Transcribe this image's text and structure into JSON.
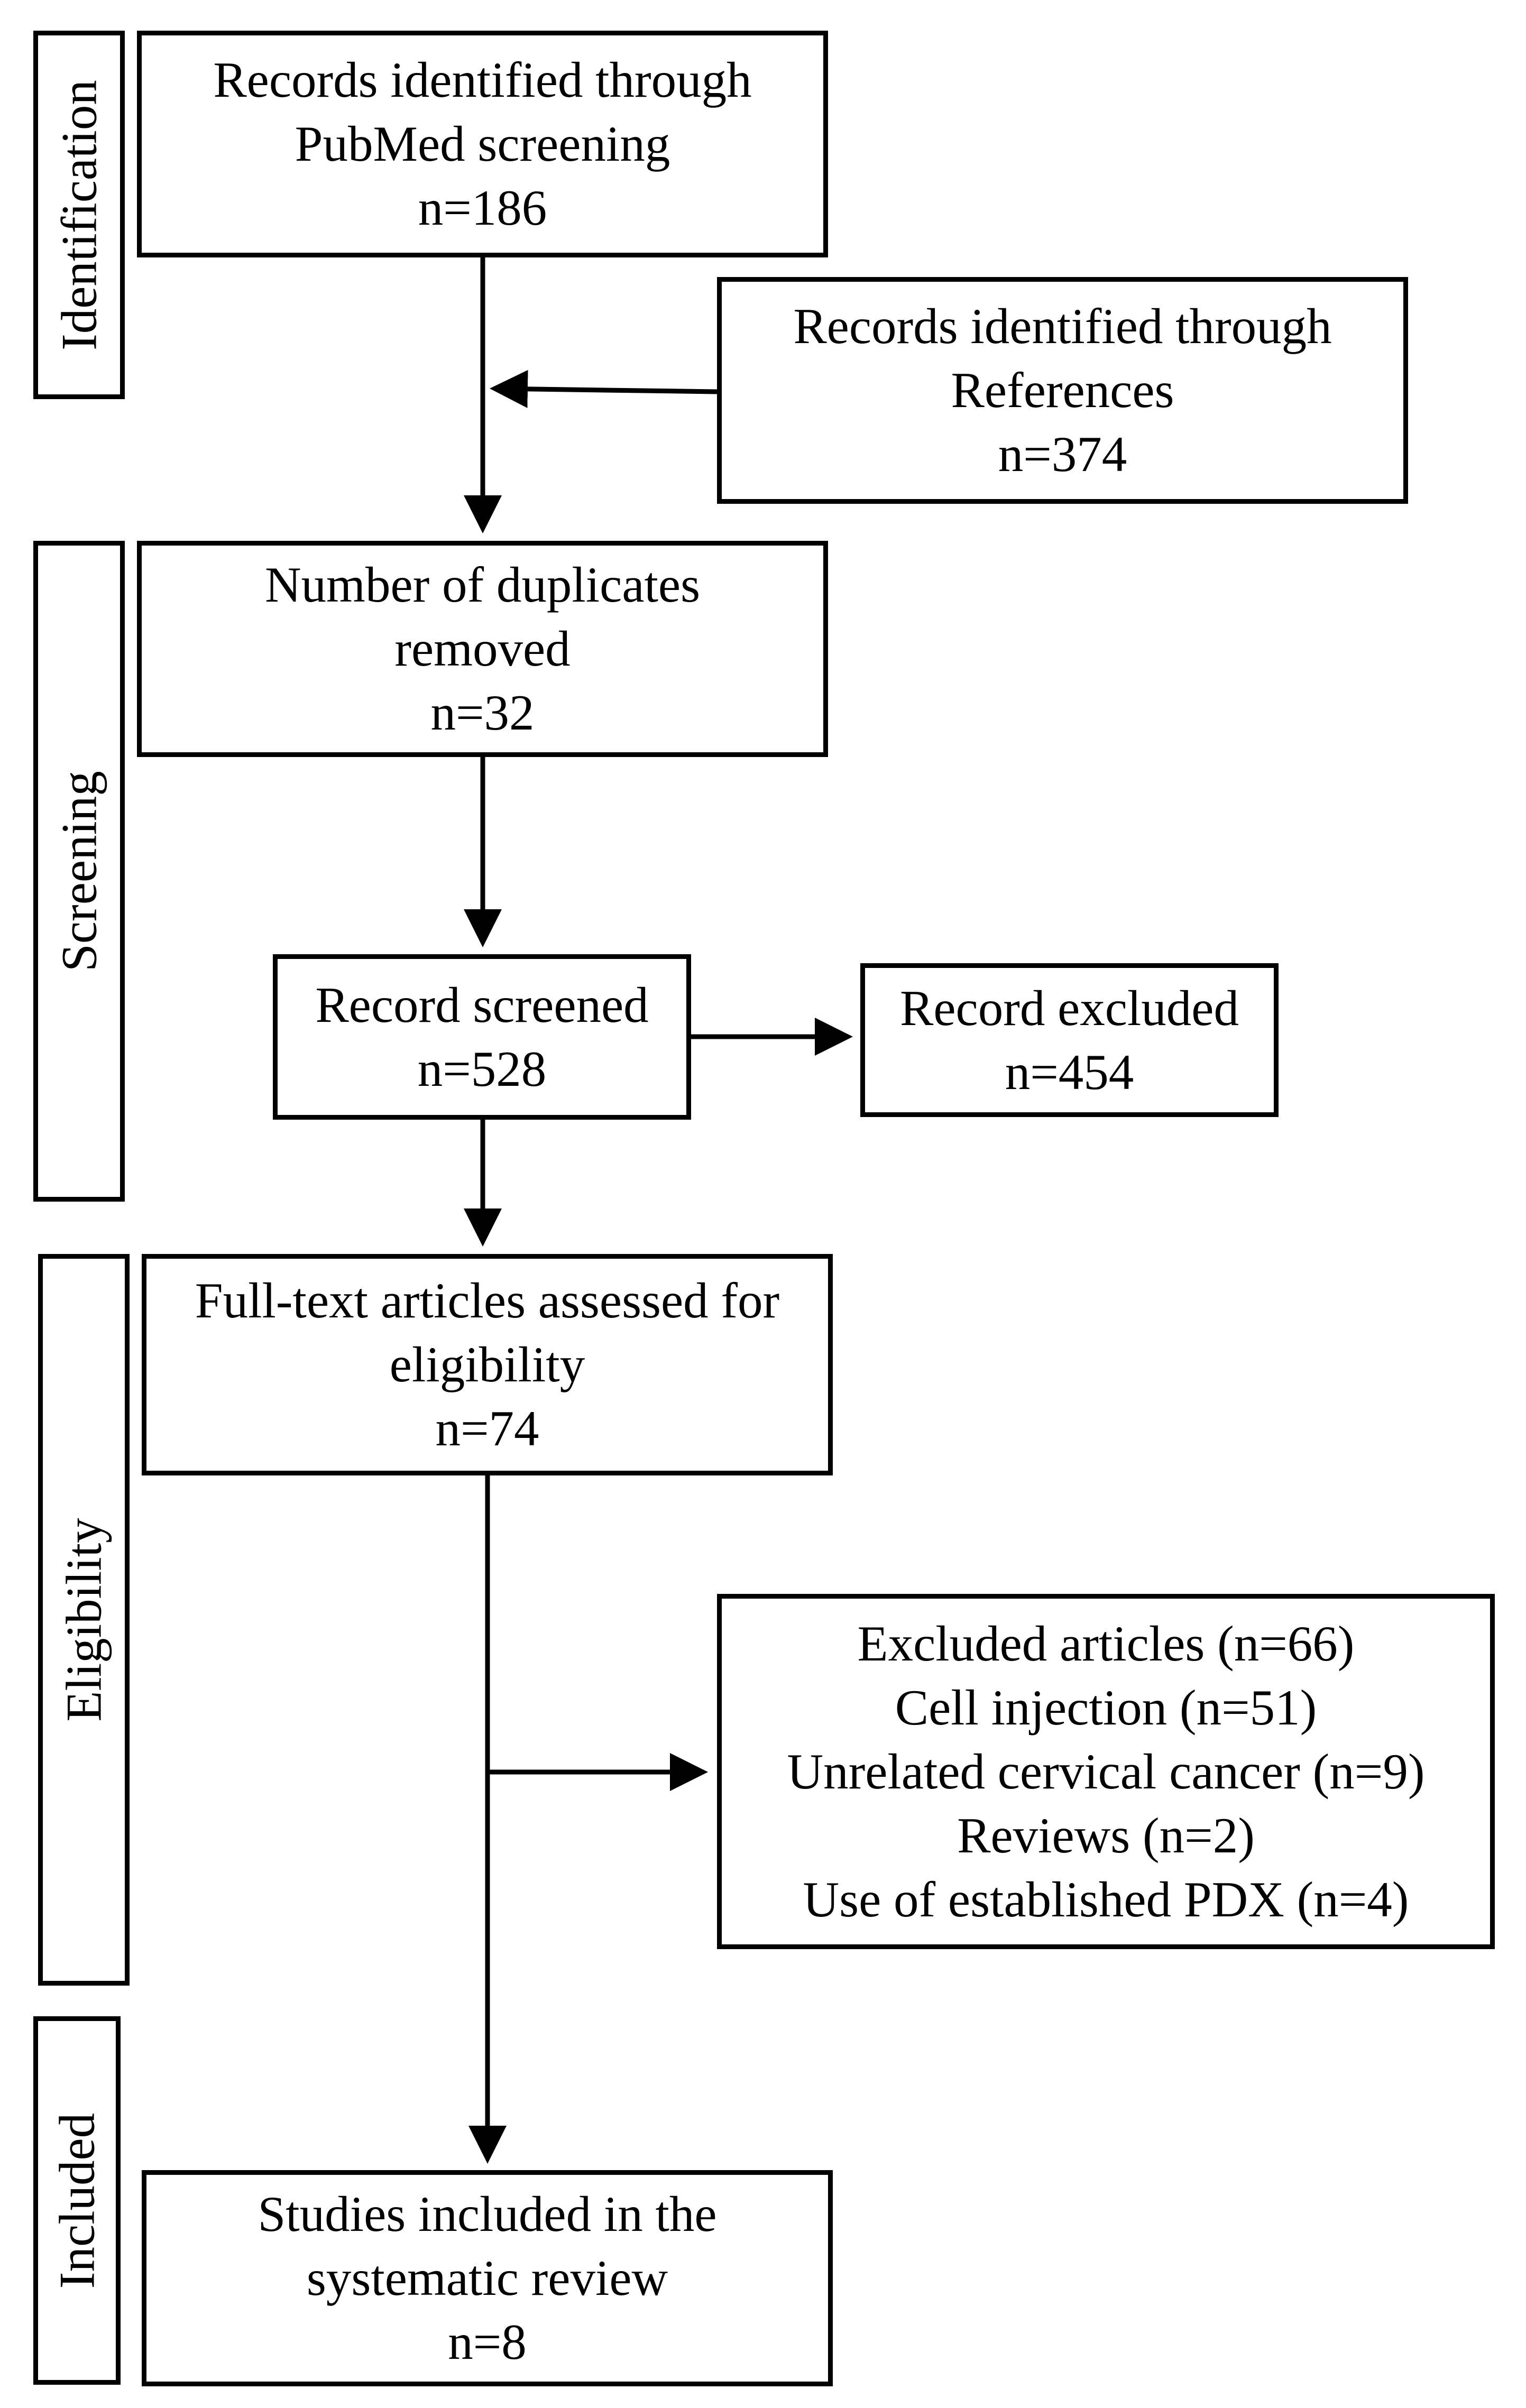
{
  "stages": {
    "identification": "Identification",
    "screening": "Screening",
    "eligibility": "Eligibility",
    "included": "Included"
  },
  "boxes": {
    "pubmed": {
      "lines": [
        "Records identified through",
        "PubMed screening",
        "n=186"
      ]
    },
    "references": {
      "lines": [
        "Records identified through",
        "References",
        "n=374"
      ]
    },
    "duplicates": {
      "lines": [
        "Number of duplicates",
        "removed",
        "n=32"
      ]
    },
    "screened": {
      "lines": [
        "Record screened",
        "n=528"
      ]
    },
    "excluded_records": {
      "lines": [
        "Record excluded",
        "n=454"
      ]
    },
    "full_text": {
      "lines": [
        "Full-text articles assessed for",
        "eligibility",
        "n=74"
      ]
    },
    "excluded_articles": {
      "lines": [
        "Excluded articles (n=66)",
        "Cell injection (n=51)",
        "Unrelated cervical cancer (n=9)",
        "Reviews (n=2)",
        "Use of established PDX (n=4)"
      ]
    },
    "included": {
      "lines": [
        "Studies included in the",
        "systematic review",
        "n=8"
      ]
    }
  }
}
